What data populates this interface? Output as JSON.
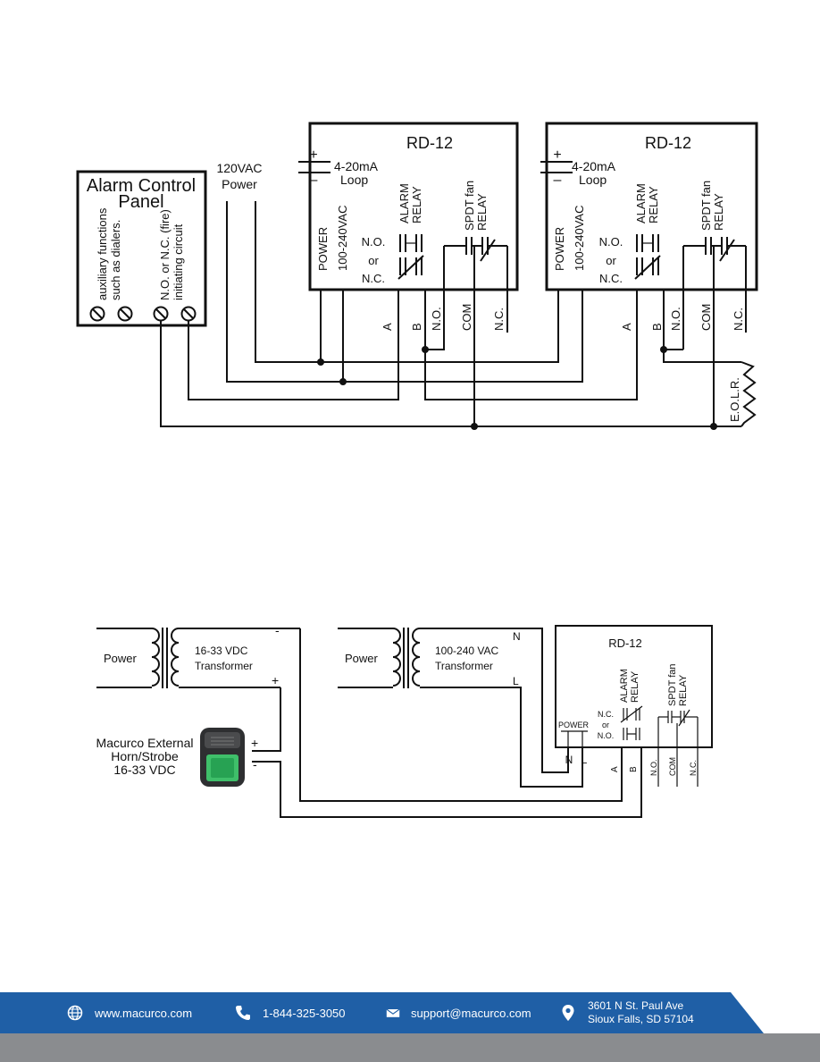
{
  "diagram1": {
    "panel": {
      "title_line1": "Alarm Control",
      "title_line2": "Panel",
      "aux_line1": "auxiliary functions",
      "aux_line2": "such as dialers.",
      "init_line1": "N.O. or N.C. (fire)",
      "init_line2": "initiating circuit"
    },
    "power_label_line1": "120VAC",
    "power_label_line2": "Power",
    "units": [
      {
        "title": "RD-12",
        "loop_plus": "+",
        "loop_minus": "–",
        "loop_line1": "4-20mA",
        "loop_line2": "Loop",
        "power": "POWER",
        "voltage": "100-240VAC",
        "alarm_line1": "ALARM",
        "alarm_line2": "RELAY",
        "no": "N.O.",
        "or": "or",
        "nc": "N.C.",
        "fan_line1": "SPDT fan",
        "fan_line2": "RELAY",
        "term_a": "A",
        "term_b": "B",
        "term_no": "N.O.",
        "term_com": "COM",
        "term_nc": "N.C."
      },
      {
        "title": "RD-12",
        "loop_plus": "+",
        "loop_minus": "–",
        "loop_line1": "4-20mA",
        "loop_line2": "Loop",
        "power": "POWER",
        "voltage": "100-240VAC",
        "alarm_line1": "ALARM",
        "alarm_line2": "RELAY",
        "no": "N.O.",
        "or": "or",
        "nc": "N.C.",
        "fan_line1": "SPDT fan",
        "fan_line2": "RELAY",
        "term_a": "A",
        "term_b": "B",
        "term_no": "N.O.",
        "term_com": "COM",
        "term_nc": "N.C."
      }
    ],
    "eolr": "E.O.L.R."
  },
  "diagram2": {
    "power1": "Power",
    "transformer1_line1": "16-33 VDC",
    "transformer1_line2": "Transformer",
    "t1_minus": "-",
    "t1_plus": "+",
    "power2": "Power",
    "transformer2_line1": "100-240 VAC",
    "transformer2_line2": "Transformer",
    "t2_n": "N",
    "t2_l": "L",
    "horn_line1": "Macurco External",
    "horn_line2": "Horn/Strobe",
    "horn_line3": "16-33 VDC",
    "horn_plus": "+",
    "horn_minus": "-",
    "rd12": {
      "title": "RD-12",
      "alarm_line1": "ALARM",
      "alarm_line2": "RELAY",
      "nc": "N.C.",
      "or": "or",
      "no": "N.O.",
      "fan_line1": "SPDT fan",
      "fan_line2": "RELAY",
      "power": "POWER",
      "n": "N",
      "l": "L",
      "term_a": "A",
      "term_b": "B",
      "term_no": "N.O.",
      "term_com": "COM",
      "term_nc": "N.C."
    }
  },
  "footer": {
    "website": "www.macurco.com",
    "phone": "1-844-325-3050",
    "email": "support@macurco.com",
    "address_line1": "3601 N St. Paul Ave",
    "address_line2": "Sioux Falls, SD 57104",
    "band_color": "#1f5fa6",
    "grey_color": "#8a8c8f"
  }
}
